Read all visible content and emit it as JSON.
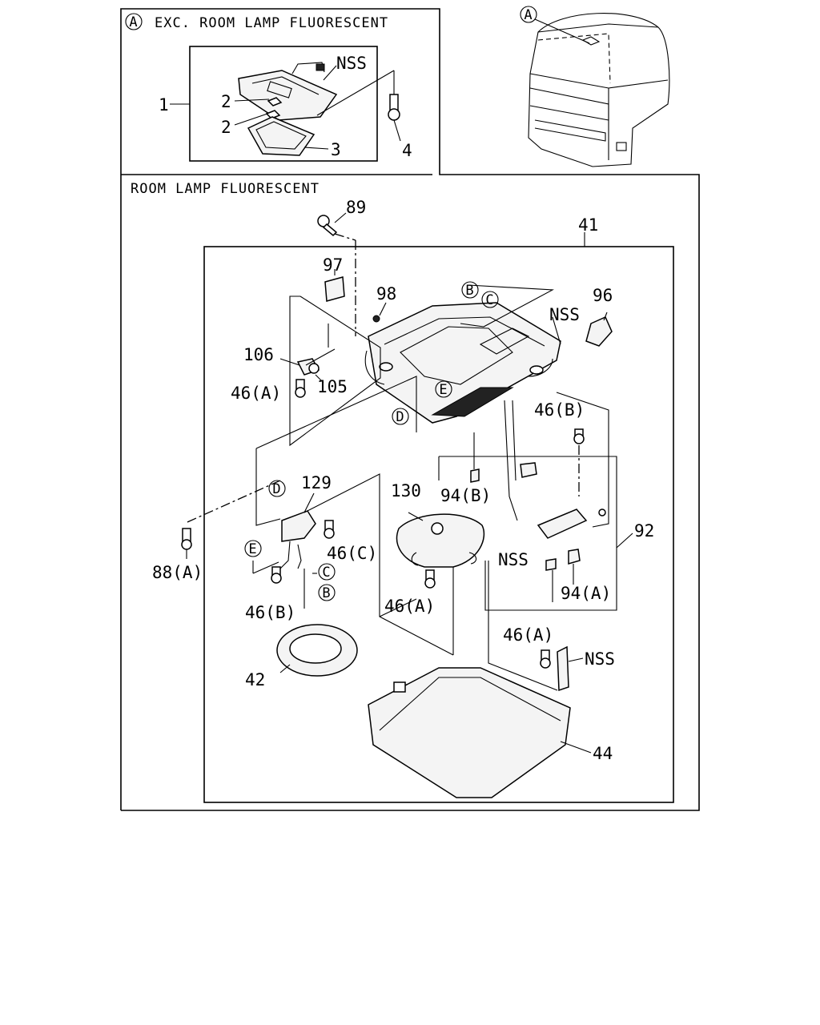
{
  "panel_a": {
    "marker": "A",
    "title": "EXC. ROOM LAMP FLUORESCENT",
    "labels": {
      "p1": "1",
      "p2a": "2",
      "p2b": "2",
      "p3": "3",
      "p4": "4",
      "nss": "NSS"
    }
  },
  "vehicle": {
    "marker": "A"
  },
  "panel_main": {
    "title": "ROOM LAMP FLUORESCENT",
    "labels": {
      "p89": "89",
      "p41": "41",
      "p97": "97",
      "p98": "98",
      "p96": "96",
      "nss1": "NSS",
      "p106": "106",
      "p105": "105",
      "p46a1": "46(A)",
      "p46b1": "46(B)",
      "p129": "129",
      "p130": "130",
      "p94b": "94(B)",
      "p92": "92",
      "nss2": "NSS",
      "p94a": "94(A)",
      "p88a": "88(A)",
      "p46c": "46(C)",
      "p46b2": "46(B)",
      "p46a2": "46(A)",
      "p46a3": "46(A)",
      "nss3": "NSS",
      "p42": "42",
      "p44": "44"
    },
    "markers": {
      "b1": "B",
      "c1": "C",
      "e1": "E",
      "d1": "D",
      "d2": "D",
      "e2": "E",
      "c2": "C",
      "b2": "B"
    }
  }
}
